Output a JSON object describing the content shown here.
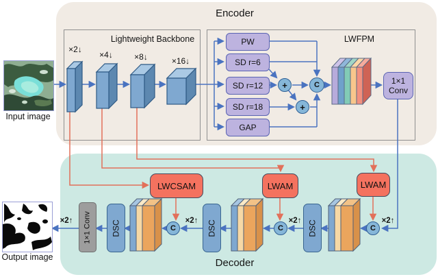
{
  "figure": {
    "encoder": {
      "title": "Encoder",
      "backbone": {
        "title": "Lightweight Backbone",
        "blocks": [
          {
            "label": "×2↓"
          },
          {
            "label": "×4↓"
          },
          {
            "label": "×8↓"
          },
          {
            "label": "×16↓"
          }
        ]
      },
      "lwfpm": {
        "title": "LWFPM",
        "branches": [
          {
            "label": "PW"
          },
          {
            "label": "SD r=6"
          },
          {
            "label": "SD r=12"
          },
          {
            "label": "SD r=18"
          },
          {
            "label": "GAP"
          }
        ],
        "add_symbol": "+",
        "concat_symbol": "C"
      },
      "conv": {
        "line1": "1×1",
        "line2": "Conv"
      }
    },
    "decoder": {
      "title": "Decoder",
      "attention_modules": [
        {
          "label": "LWCSAM"
        },
        {
          "label": "LWAM"
        },
        {
          "label": "LWAM"
        }
      ],
      "dsc_label": "DSC",
      "conv_label": "1×1 Conv",
      "upsample_label": "×2↑",
      "concat_symbol": "C"
    },
    "io": {
      "input_label": "Input image",
      "output_label": "Output image"
    },
    "colors": {
      "encoder_bg": "#f1ebe4",
      "decoder_bg": "#cde9e3",
      "module_purple": "#bdb3df",
      "block_blue": "#7fa8d0",
      "attention_red": "#f4725f",
      "skip_line_red": "#e2705a",
      "flow_line_blue": "#4a73c0",
      "conv_gray": "#9d9d9d"
    }
  }
}
